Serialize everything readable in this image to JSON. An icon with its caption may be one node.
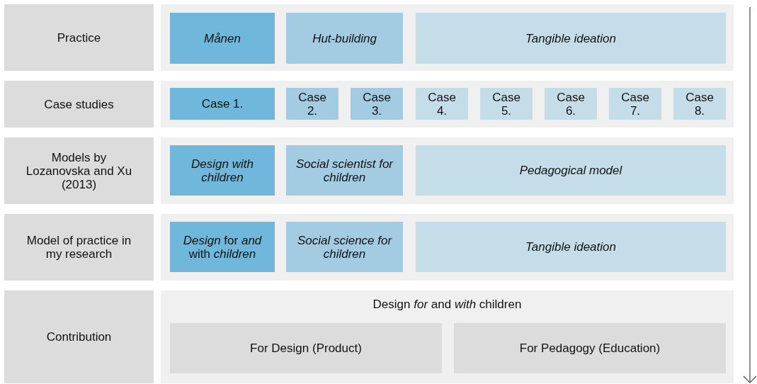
{
  "diagram": {
    "nodes": [
      {
        "text": [
          "Practice"
        ]
      },
      {
        "text": [],
        "shape": "box"
      },
      {
        "text": [
          "Månen"
        ],
        "in": 1
      },
      {
        "text": [
          "Hut-building"
        ],
        "in": 1
      },
      {
        "text": [
          "Tangible ideation"
        ],
        "in": 1
      },
      {
        "text": [
          "Case studies"
        ]
      },
      {
        "text": [],
        "shape": "box"
      },
      {
        "text": [
          "Case 1."
        ],
        "in": 6
      },
      {
        "text": [
          "Case 2."
        ],
        "in": 6
      },
      {
        "text": [
          "Case 3."
        ],
        "in": 6
      },
      {
        "text": [
          "Case 4."
        ],
        "in": 6
      },
      {
        "text": [
          "Case 5."
        ],
        "in": 6
      },
      {
        "text": [
          "Case 6."
        ],
        "in": 6
      },
      {
        "text": [
          "Case 7."
        ],
        "in": 6
      },
      {
        "text": [
          "Case 8."
        ],
        "in": 6
      },
      {
        "text": [
          "Models by Lozanovska and Xu (2013)"
        ]
      },
      {
        "text": [],
        "shape": "box"
      },
      {
        "text": [
          "Design with children"
        ],
        "in": 16
      },
      {
        "text": [
          "Social scientist for children"
        ],
        "in": 16
      },
      {
        "text": [
          "Pedagogical model"
        ],
        "in": 16
      },
      {
        "text": [
          "Model of practice in my research"
        ]
      },
      {
        "text": [],
        "shape": "box"
      },
      {
        "text": [
          "*Design* for *and* with *children*"
        ],
        "in": 21
      },
      {
        "text": [
          "Social science for children"
        ],
        "in": 21
      },
      {
        "text": [
          "Tangible ideation"
        ],
        "in": 21
      },
      {
        "text": [
          "Contribution"
        ]
      },
      {
        "text": [
          "Design *for* and *with* children"
        ]
      },
      {
        "text": [
          "For Design (Product)"
        ],
        "in": 26
      },
      {
        "text": [
          "For Pedagogy (Education)"
        ],
        "in": 26
      }
    ],
    "edges": []
  }
}
